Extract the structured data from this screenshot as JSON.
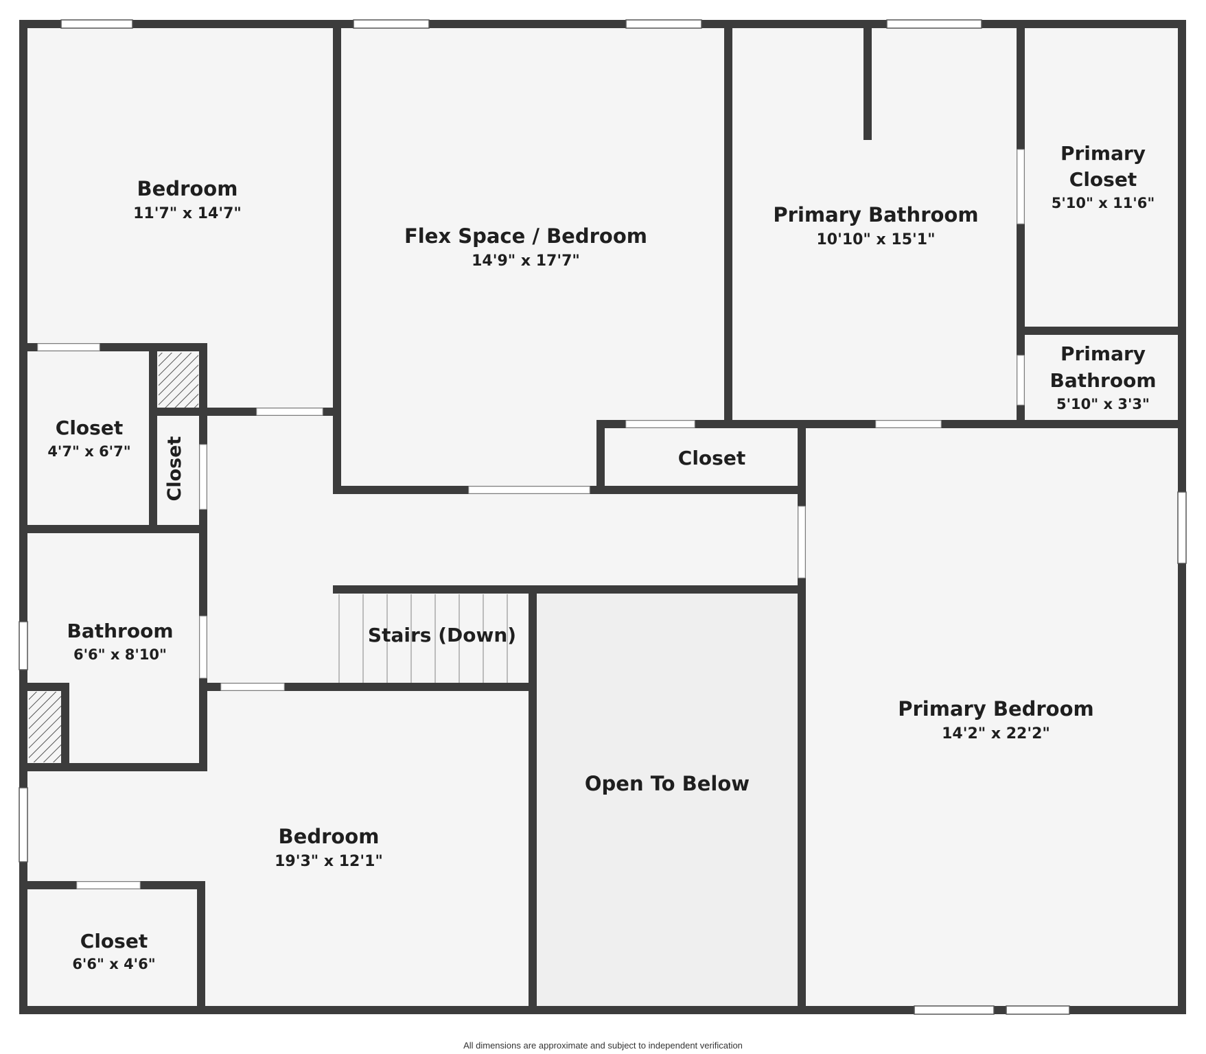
{
  "colors": {
    "wall": "#3c3c3c",
    "floor": "#f5f5f5",
    "open_area": "#efefef",
    "window": "#ffffff",
    "text": "#1f1f1f"
  },
  "rooms": {
    "bedroom_nw": {
      "name": "Bedroom",
      "dims": "11'7\" x 14'7\""
    },
    "flex": {
      "name": "Flex Space / Bedroom",
      "dims": "14'9\" x 17'7\""
    },
    "primary_bath": {
      "name": "Primary Bathroom",
      "dims": "10'10\" x 15'1\""
    },
    "primary_closet": {
      "name_line1": "Primary",
      "name_line2": "Closet",
      "dims": "5'10\" x 11'6\""
    },
    "primary_bath_small": {
      "name_line1": "Primary",
      "name_line2": "Bathroom",
      "dims": "5'10\" x 3'3\""
    },
    "closet_w": {
      "name": "Closet",
      "dims": "4'7\" x 6'7\""
    },
    "closet_vertical": {
      "name": "Closet"
    },
    "closet_mid": {
      "name": "Closet"
    },
    "bathroom": {
      "name": "Bathroom",
      "dims": "6'6\" x 8'10\""
    },
    "stairs": {
      "name": "Stairs (Down)"
    },
    "open_below": {
      "name": "Open To Below"
    },
    "primary_bedroom": {
      "name": "Primary Bedroom",
      "dims": "14'2\" x 22'2\""
    },
    "bedroom_sw": {
      "name": "Bedroom",
      "dims": "19'3\" x 12'1\""
    },
    "closet_sw": {
      "name": "Closet",
      "dims": "6'6\" x 4'6\""
    }
  },
  "disclaimer": "All dimensions are approximate and subject to independent verification"
}
